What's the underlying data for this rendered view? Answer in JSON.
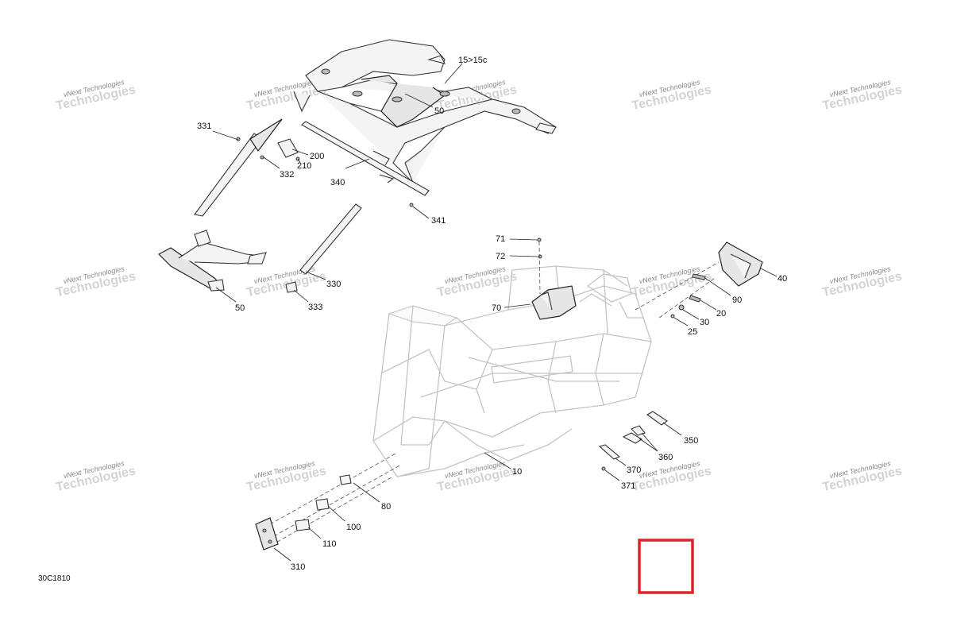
{
  "diagram": {
    "code": "30C1810",
    "watermark": {
      "line1": "vNext",
      "line2": "Technologies"
    },
    "parts": [
      {
        "id": "p15",
        "label": "15>15c"
      },
      {
        "id": "p50a",
        "label": "50"
      },
      {
        "id": "p331",
        "label": "331"
      },
      {
        "id": "p200",
        "label": "200"
      },
      {
        "id": "p210",
        "label": "210"
      },
      {
        "id": "p332",
        "label": "332"
      },
      {
        "id": "p340",
        "label": "340"
      },
      {
        "id": "p341",
        "label": "341"
      },
      {
        "id": "p71",
        "label": "71"
      },
      {
        "id": "p72",
        "label": "72"
      },
      {
        "id": "p40",
        "label": "40"
      },
      {
        "id": "p90",
        "label": "90"
      },
      {
        "id": "p20",
        "label": "20"
      },
      {
        "id": "p30",
        "label": "30"
      },
      {
        "id": "p25",
        "label": "25"
      },
      {
        "id": "p70",
        "label": "70"
      },
      {
        "id": "p330",
        "label": "330"
      },
      {
        "id": "p333",
        "label": "333"
      },
      {
        "id": "p50b",
        "label": "50"
      },
      {
        "id": "p350",
        "label": "350"
      },
      {
        "id": "p360",
        "label": "360"
      },
      {
        "id": "p370",
        "label": "370"
      },
      {
        "id": "p371",
        "label": "371"
      },
      {
        "id": "p10",
        "label": "10"
      },
      {
        "id": "p80",
        "label": "80"
      },
      {
        "id": "p100",
        "label": "100"
      },
      {
        "id": "p110",
        "label": "110"
      },
      {
        "id": "p310",
        "label": "310"
      }
    ],
    "colors": {
      "highlight_box": "#d9262a",
      "frame_line": "#c4c4c4",
      "part_line": "#333333"
    }
  }
}
